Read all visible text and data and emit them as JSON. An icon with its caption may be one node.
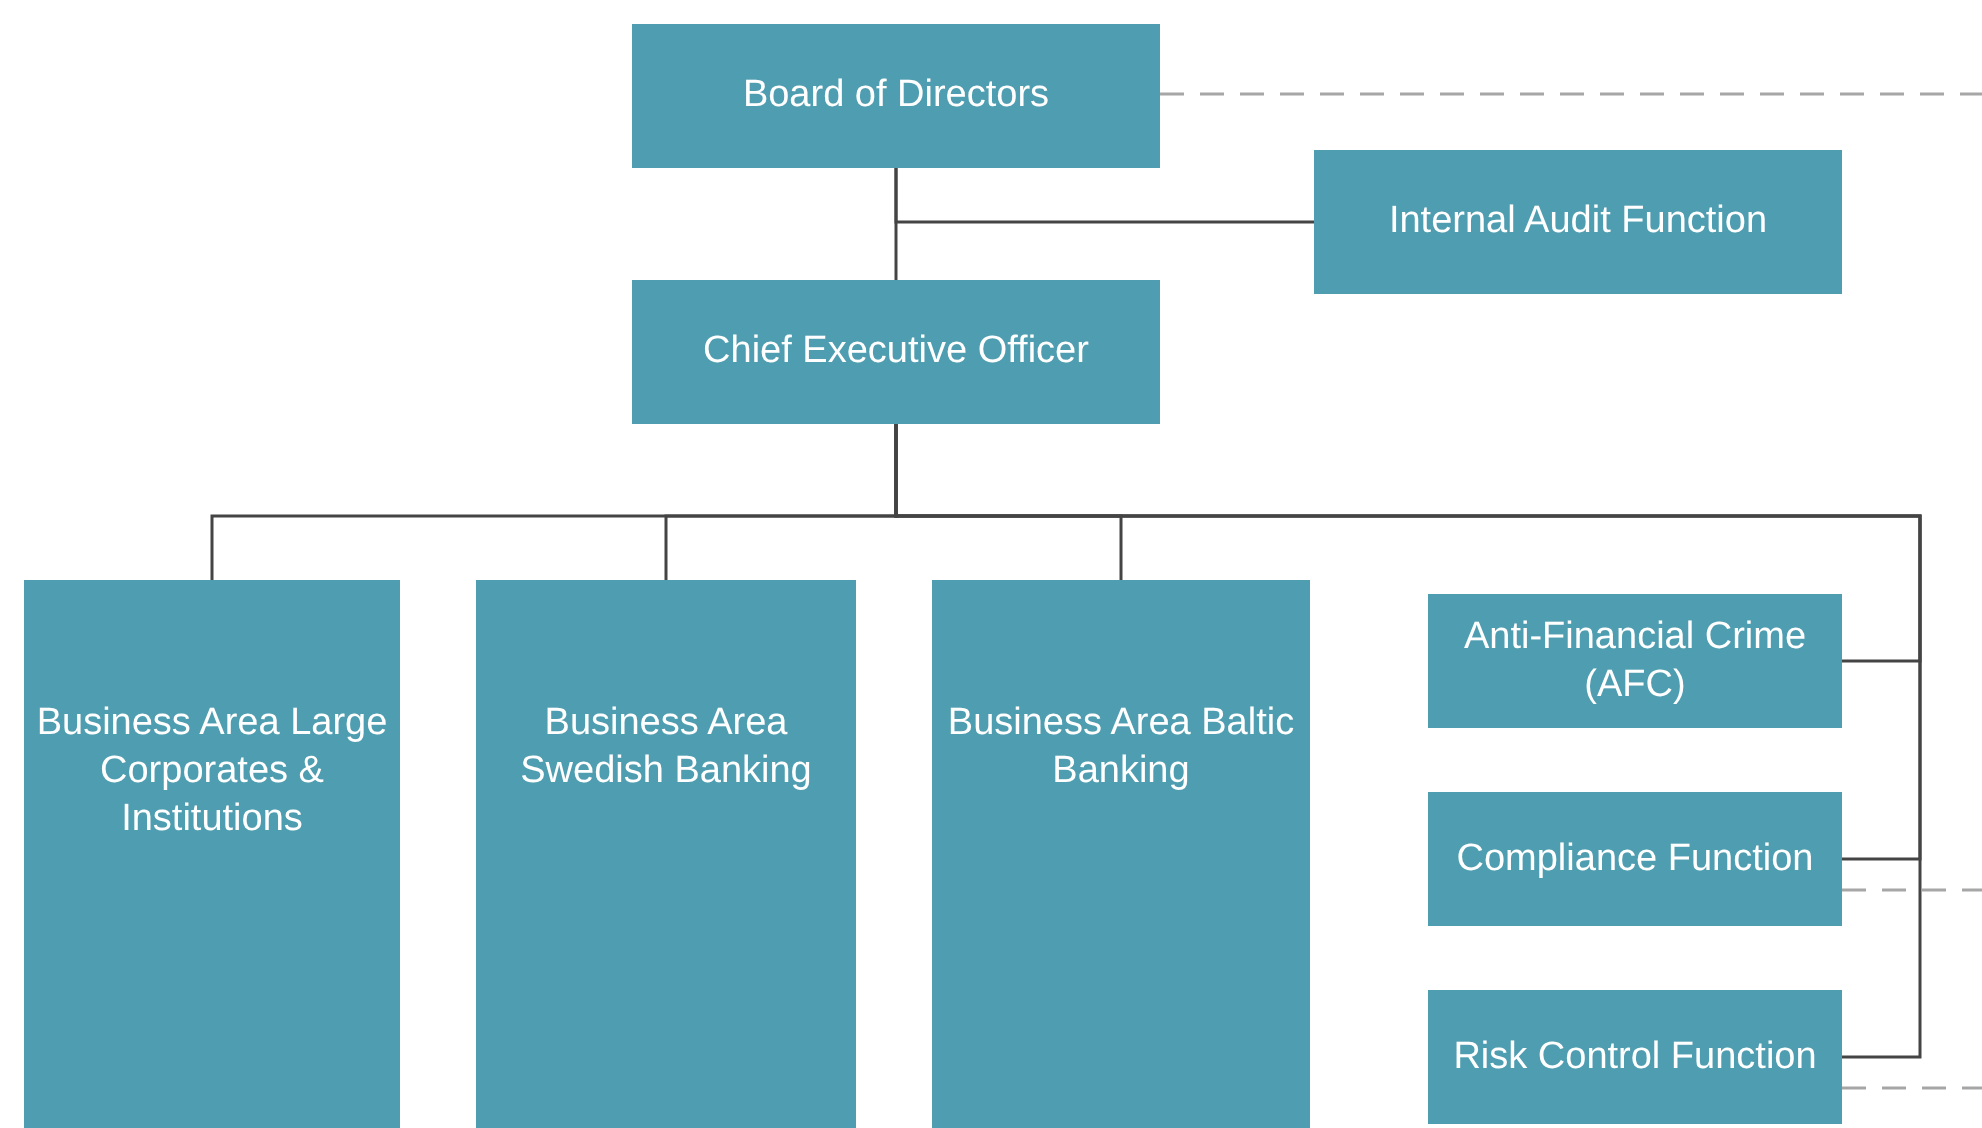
{
  "diagram": {
    "nodes": [
      {
        "text": [
          "Board of Directors"
        ]
      },
      {
        "text": [
          "Internal Audit Function"
        ]
      },
      {
        "text": [
          "Chief Executive Officer"
        ]
      },
      {
        "text": [
          "Business Area Large Corporates & Institutions"
        ]
      },
      {
        "text": [
          "Business Area Swedish Banking"
        ]
      },
      {
        "text": [
          "Business Area Baltic Banking"
        ]
      },
      {
        "text": [
          "Anti-Financial Crime (AFC)"
        ]
      },
      {
        "text": [
          "Compliance Function"
        ]
      },
      {
        "text": [
          "Risk Control Function"
        ]
      }
    ],
    "edges": [
      {
        "from": 0,
        "to": 2,
        "arrow": "none"
      },
      {
        "from": 0,
        "to": 1,
        "arrow": "none"
      },
      {
        "from": 2,
        "to": 3,
        "arrow": "none"
      },
      {
        "from": 2,
        "to": 4,
        "arrow": "none"
      },
      {
        "from": 2,
        "to": 5,
        "arrow": "none"
      },
      {
        "from": 2,
        "to": 6,
        "arrow": "none"
      },
      {
        "from": 2,
        "to": 7,
        "arrow": "none"
      },
      {
        "from": 2,
        "to": 8,
        "arrow": "none"
      },
      {
        "from": 0,
        "to": null,
        "arrow": "none",
        "style": "dashed",
        "color": "#a6a6a6"
      },
      {
        "from": 7,
        "to": null,
        "arrow": "none",
        "style": "dashed",
        "color": "#a6a6a6"
      },
      {
        "from": 8,
        "to": null,
        "arrow": "none",
        "style": "dashed",
        "color": "#a6a6a6"
      }
    ]
  }
}
